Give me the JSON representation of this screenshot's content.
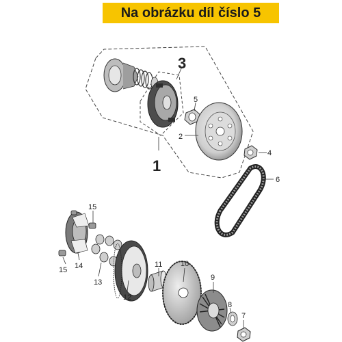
{
  "banner": {
    "text": "Na obrázku díl číslo 5",
    "background": "#f7c400",
    "text_color": "#1a1a1a"
  },
  "diagram": {
    "line_color": "#333333",
    "part_fill": "#d9d9d9",
    "part_dark": "#6b6b6b",
    "labels": {
      "p1": "1",
      "p2": "2",
      "p3": "3",
      "p4": "4",
      "p5": "5",
      "p6": "6",
      "p7": "7",
      "p8": "8",
      "p9": "9",
      "p10": "10",
      "p11": "11",
      "p12": "12",
      "p13": "13",
      "p14": "14",
      "p15a": "15",
      "p15b": "15"
    }
  }
}
